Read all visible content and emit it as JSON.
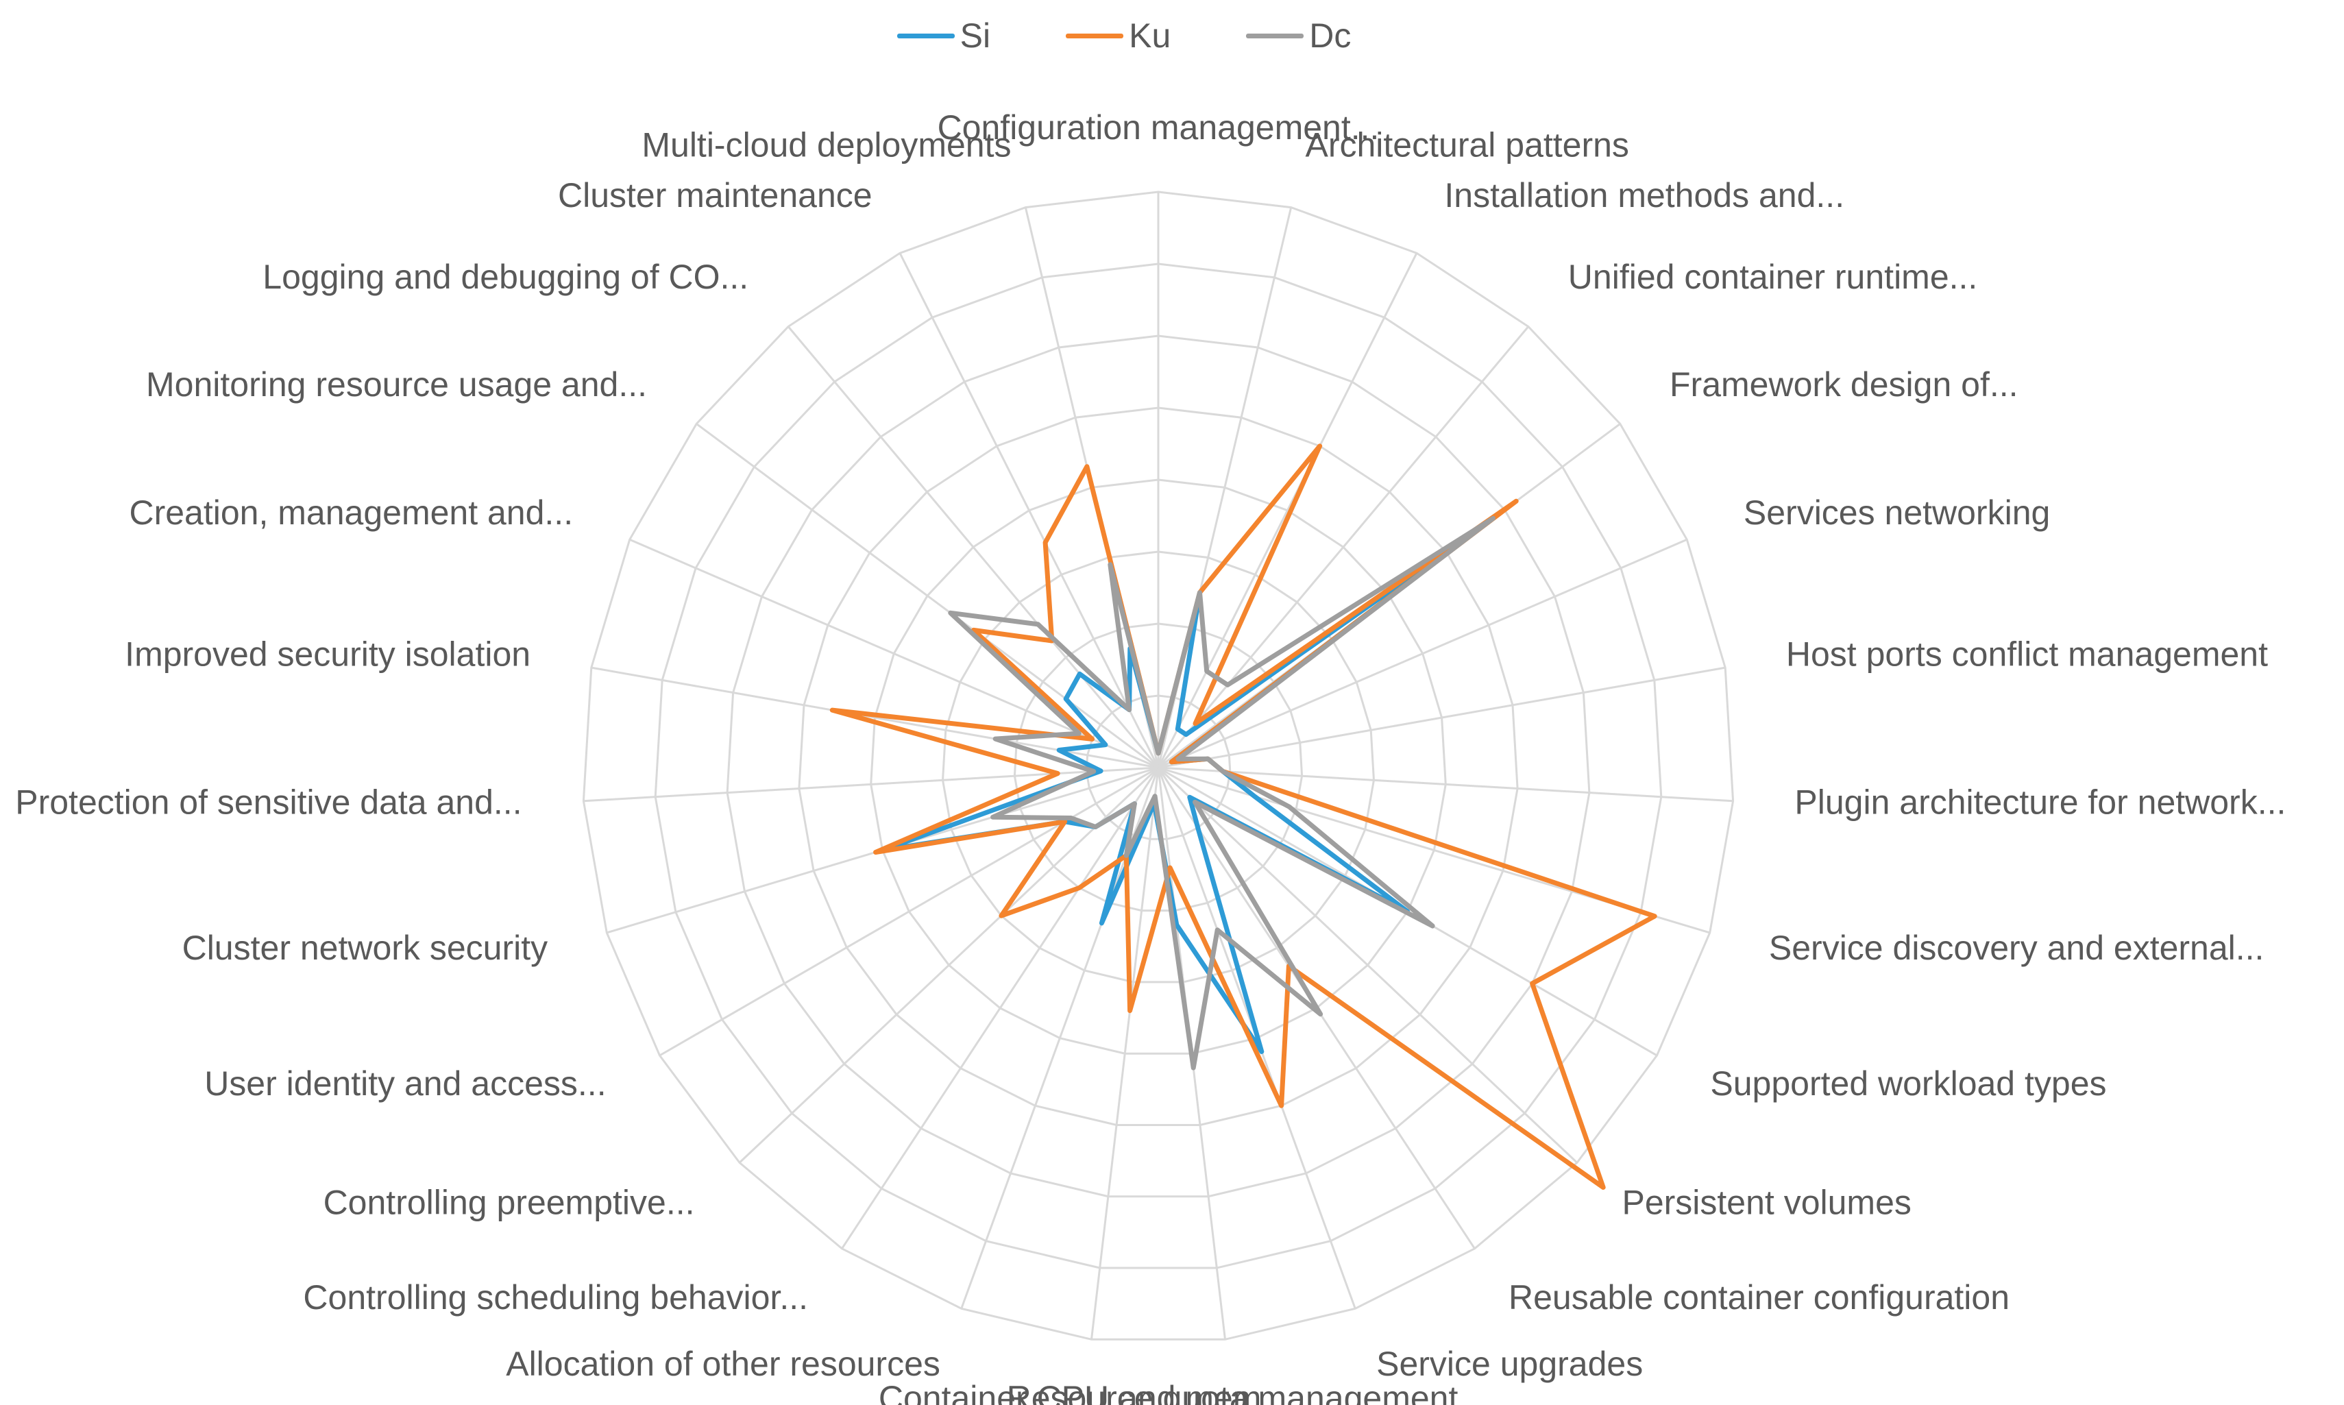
{
  "chart_data": {
    "type": "radar",
    "legend_position": "top",
    "grid": true,
    "rlim": [
      0,
      8
    ],
    "ring_step": 1,
    "categories": [
      "Configuration management...",
      "Architectural patterns",
      "Installation methods and...",
      "Unified container runtime...",
      "Framework design of...",
      "Services networking",
      "Host ports conflict management",
      "Plugin architecture for  network...",
      "Service discovery and external...",
      "Supported workload types",
      "Persistent volumes",
      "Reusable container configuration",
      "Service upgrades",
      "Resource quota management",
      "Container CPU and mem...",
      "Allocation of other resources",
      "Controlling scheduling behavior...",
      "Controlling preemptive...",
      "User identity and access...",
      "Cluster network security",
      "Protection of sensitive data and...",
      "Improved security isolation",
      "Creation, management and...",
      "Monitoring resource usage and...",
      "Logging and debugging of CO...",
      "Cluster maintenance",
      "Multi-cloud deployments"
    ],
    "series": [
      {
        "name": "Si",
        "color": "#2E9BD6",
        "values": [
          0.2,
          2.5,
          0.6,
          0.6,
          5.8,
          0.2,
          0.7,
          0.9,
          1.4,
          4.0,
          0.6,
          1.0,
          4.2,
          2.2,
          0.5,
          2.3,
          0.6,
          1.2,
          1.5,
          4.0,
          0.8,
          1.4,
          0.8,
          1.6,
          1.7,
          0.9,
          1.7
        ]
      },
      {
        "name": "Ku",
        "color": "#F4842D",
        "values": [
          0.2,
          2.5,
          5.0,
          0.8,
          6.2,
          0.2,
          0.7,
          0.9,
          7.2,
          6.0,
          8.5,
          3.3,
          5.0,
          1.4,
          3.4,
          1.3,
          2.0,
          3.0,
          1.5,
          4.1,
          1.4,
          4.6,
          1.0,
          3.2,
          2.3,
          3.5,
          4.3
        ]
      },
      {
        "name": "Dc",
        "color": "#9E9E9E",
        "values": [
          0.2,
          2.5,
          1.5,
          1.5,
          5.8,
          0.3,
          0.7,
          0.9,
          1.9,
          4.4,
          0.7,
          4.1,
          2.4,
          4.2,
          0.4,
          1.3,
          0.6,
          1.2,
          1.4,
          2.4,
          0.9,
          2.3,
          1.2,
          3.6,
          2.6,
          0.9,
          2.9
        ]
      }
    ]
  }
}
